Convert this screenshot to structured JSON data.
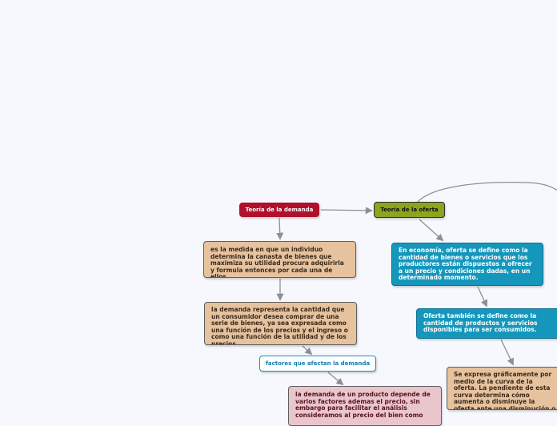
{
  "nodes": {
    "teoria_demanda": "Teoría de la demanda",
    "teoria_oferta": "Teoría de la oferta",
    "def_demanda": "es la medida en que un individuo determina la canasta de bienes que maximiza su utilidad procura adquirirla y formula entonces por cada una de ellos.",
    "demanda_representa": "la demanda representa la cantidad que un consumidor desea comprar de una serie de bienes, ya sea expresada como una función de los precios y el ingreso o como una función de la utilidad  y de los precios.",
    "factores": "factores que afectan la demanda",
    "factores_desc": "la demanda de un producto depende de varios factores ademas el precio, sin embargo para facilitar el análisis consideramos al precio del bien como",
    "economia_oferta": "En economía, oferta se define como la cantidad de bienes o servicios que los productores están dispuestos a ofrecer a un precio y condiciones dadas, en un determinado momento.",
    "oferta_tambien": "Oferta también se define como la cantidad de productos y servicios disponibles para ser consumidos.",
    "grafica": "Se expresa gráficamente por medio de la curva de la oferta. La pendiente de esta curva determina cómo aumenta o disminuye la oferta ante una disminución o un aumento del precio del bien."
  },
  "colors": {
    "demanda_root": "#b0102b",
    "oferta_root": "#8aa51f",
    "beige": "#e6c29f",
    "teal": "#1597bd",
    "pink": "#e9c6cc",
    "connector": "#8c8f96"
  }
}
